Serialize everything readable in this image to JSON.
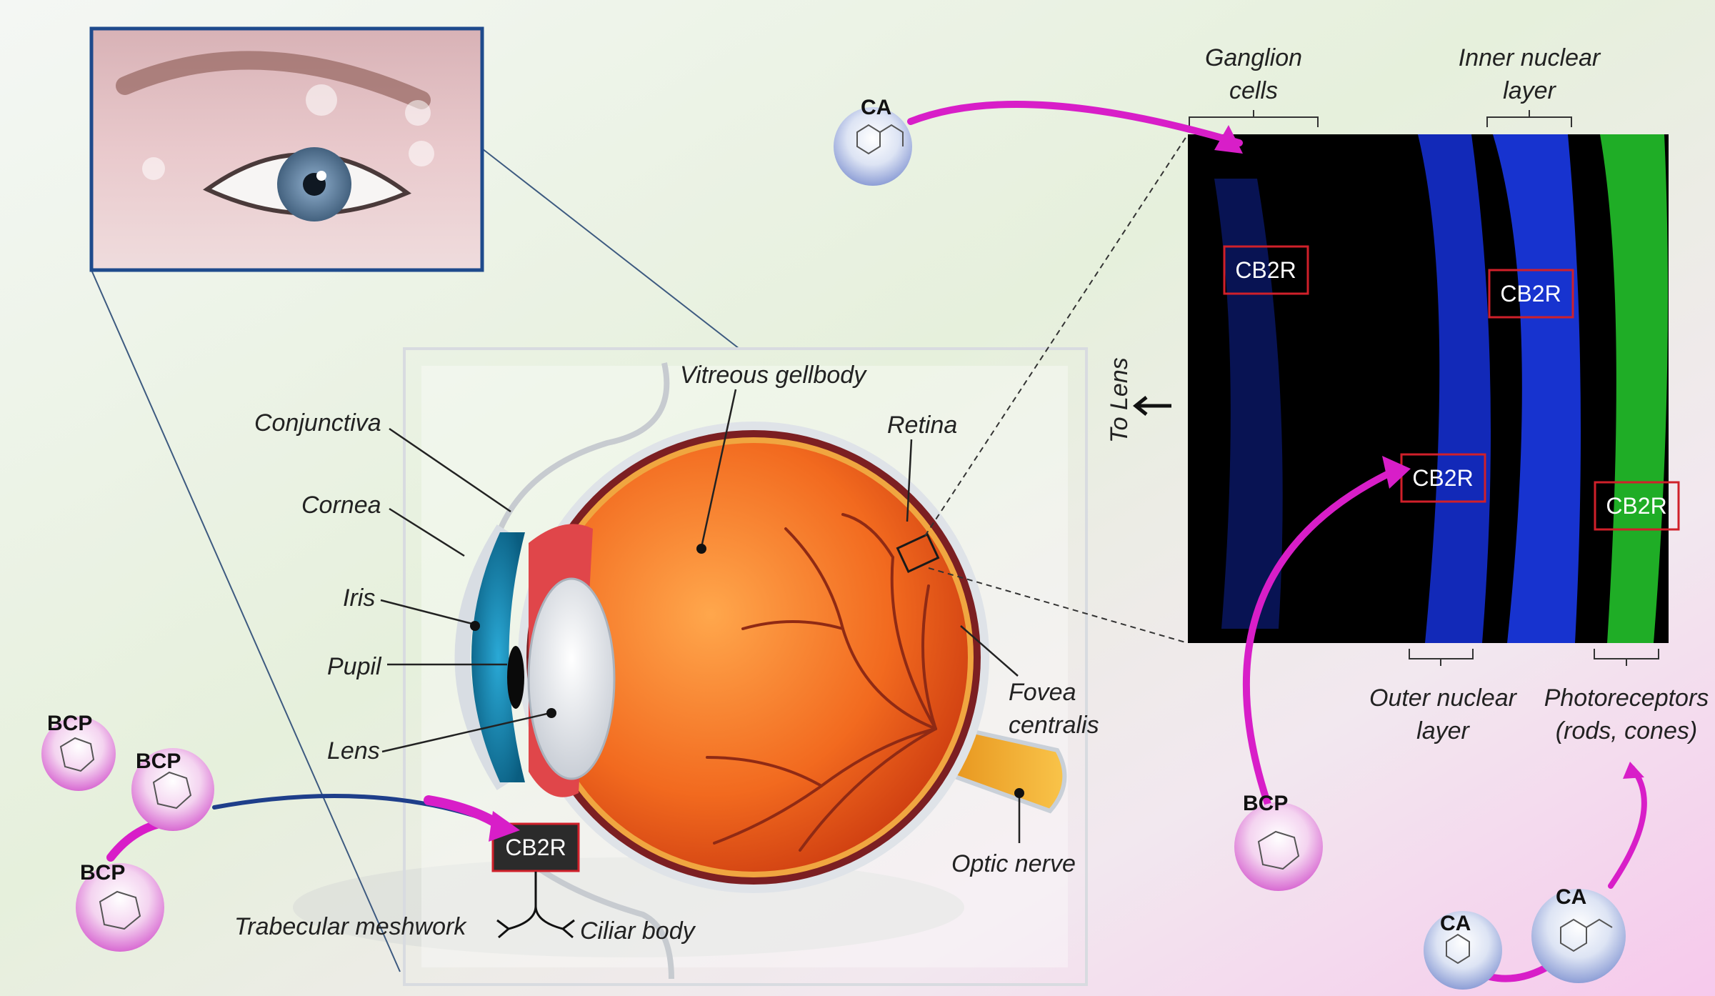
{
  "eye_labels": {
    "vitreous": "Vitreous gellbody",
    "conjunctiva": "Conjunctiva",
    "cornea": "Cornea",
    "iris": "Iris",
    "pupil": "Pupil",
    "lens": "Lens",
    "retina": "Retina",
    "fovea_1": "Fovea",
    "fovea_2": "centralis",
    "optic_nerve": "Optic nerve",
    "trabecular": "Trabecular meshwork",
    "ciliar": "Ciliar body",
    "to_lens": "To Lens"
  },
  "retina_labels": {
    "ganglion_1": "Ganglion",
    "ganglion_2": "cells",
    "inner_nuclear_1": "Inner nuclear",
    "inner_nuclear_2": "layer",
    "outer_nuclear_1": "Outer nuclear",
    "outer_nuclear_2": "layer",
    "photoreceptors_1": "Photoreceptors",
    "photoreceptors_2": "(rods, cones)"
  },
  "receptor": "CB2R",
  "molecules": {
    "ca": "CA",
    "bcp": "BCP"
  },
  "colors": {
    "eyeball": "#e8541e",
    "iris": "#1a8fb5",
    "nucleus_stain": "#1530d8",
    "photoreceptor_stain": "#22c02a",
    "arrow": "#d81ec8",
    "box_red": "#d0202a"
  }
}
